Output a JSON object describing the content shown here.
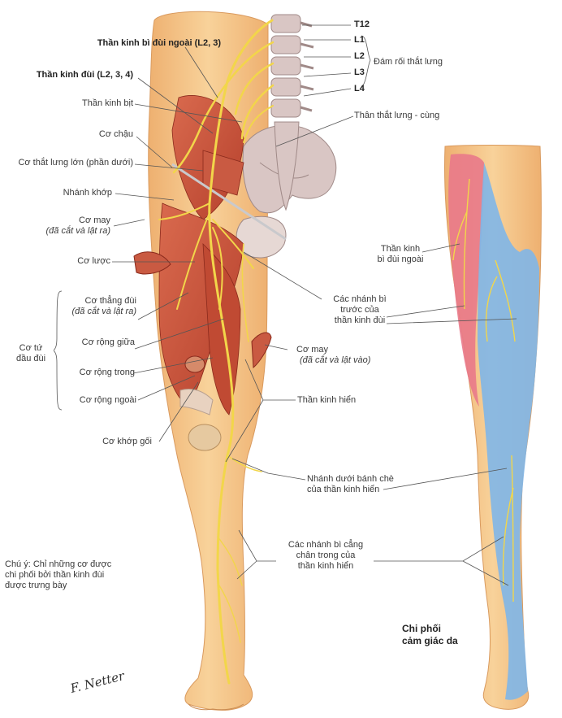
{
  "labels": {
    "t12": "T12",
    "l1": "L1",
    "l2": "L2",
    "l3": "L3",
    "l4": "L4",
    "lumbar_plexus": "Đám rối thắt lưng",
    "lateral_femoral_cutaneous": "Thần kinh bì đùi ngoài (L2, 3)",
    "femoral_nerve": "Thần kinh đùi (L2, 3, 4)",
    "obturator": "Thần kinh bịt",
    "lumbosacral_trunk": "Thân thắt lưng - cùng",
    "iliacus": "Cơ chậu",
    "psoas": "Cơ thắt lưng lớn (phần dưới)",
    "articular_branch": "Nhánh khớp",
    "sartorius_cut_1": "Cơ may",
    "sartorius_cut_2": "(đã cắt và lật ra)",
    "pectineus": "Cơ lược",
    "rectus_1": "Cơ thẳng đùi",
    "rectus_2": "(đã cắt và lật ra)",
    "vastus_intermedius": "Cơ rộng giữa",
    "vastus_medialis": "Cơ rộng trong",
    "vastus_lateralis": "Cơ rộng ngoài",
    "quadriceps_1": "Cơ tứ",
    "quadriceps_2": "đầu đùi",
    "articularis_genus": "Cơ khớp gối",
    "anterior_cutaneous_1": "Các nhánh bì",
    "anterior_cutaneous_2": "trước của",
    "anterior_cutaneous_3": "thần kinh đùi",
    "sartorius_right_1": "Cơ may",
    "sartorius_right_2": "(đã cắt và lật vào)",
    "saphenous": "Thần kinh hiển",
    "infrapatellar_1": "Nhánh dưới bánh chè",
    "infrapatellar_2": "của thần kinh hiển",
    "medial_crural_1": "Các nhánh bì cẳng",
    "medial_crural_2": "chân trong của",
    "medial_crural_3": "thần kinh hiển",
    "lat_cut_right_1": "Thần kinh",
    "lat_cut_right_2": "bì đùi ngoài",
    "note_1": "Chú ý: Chỉ những cơ được",
    "note_2": "chi phối bởi thần kinh đùi",
    "note_3": "được trưng bày",
    "title_1": "Chi phối",
    "title_2": "cảm giác da",
    "signature": "F. Netter"
  },
  "colors": {
    "skin": "#f6c98c",
    "skin_dark": "#e8a866",
    "muscle": "#c84d35",
    "nerve": "#f2d64a",
    "bone": "#d6c4c2",
    "lateral_zone": "#e9798a",
    "medial_zone": "#7fb6e8"
  }
}
